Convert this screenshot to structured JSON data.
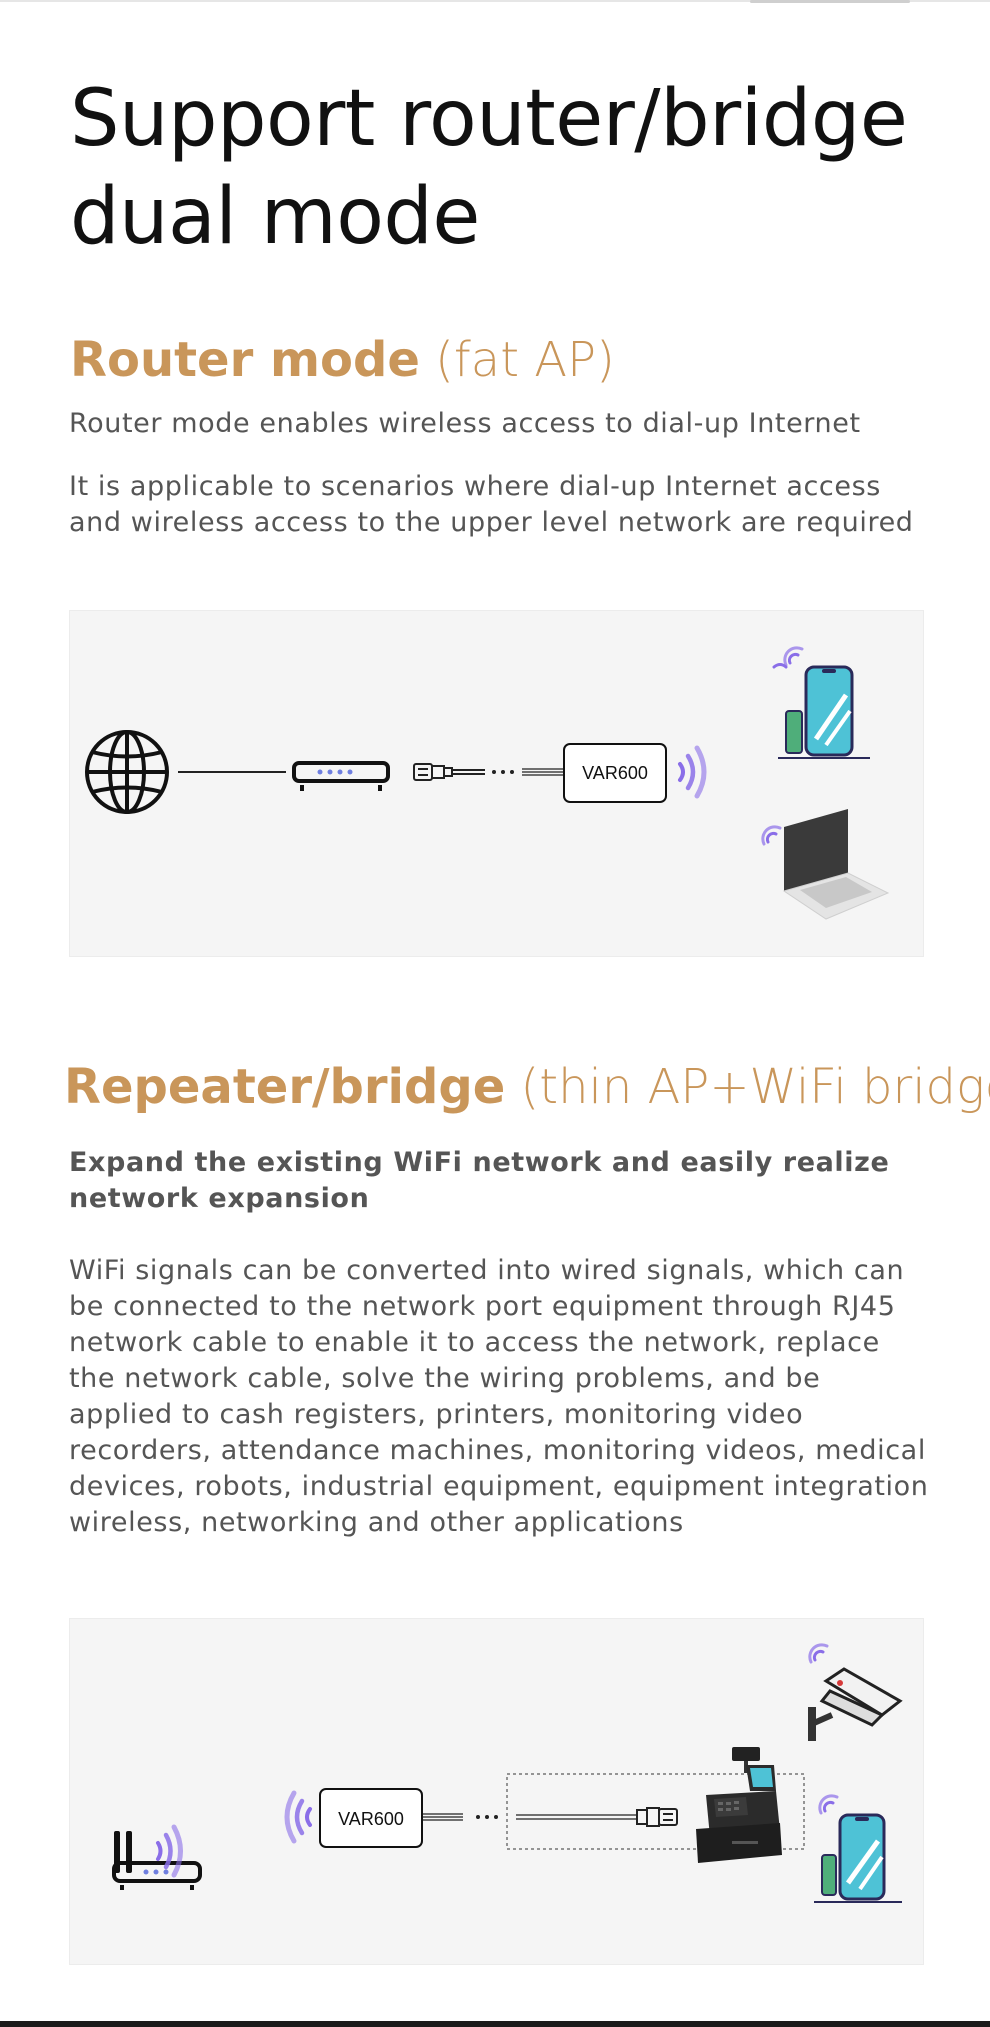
{
  "title": "Support router/bridge dual mode",
  "router": {
    "title_strong": "Router mode",
    "title_light": "(fat AP)",
    "subtitle": "Router mode enables wireless access to dial-up Internet",
    "description": "It is applicable to scenarios where dial-up Internet access and wireless access to the upper level network are required",
    "device_label": "VAR600"
  },
  "repeater": {
    "title_strong": "Repeater/bridge",
    "title_light": "(thin AP+WiFi bridge)",
    "subtitle": "Expand the existing WiFi network and easily realize network expansion",
    "description": "WiFi signals can be converted into wired signals, which can be connected to the network port equipment through RJ45 network cable to enable it to access the network, replace the network cable, solve the wiring problems, and be applied to cash registers, printers, monitoring video recorders, attendance machines, monitoring videos, medical devices, robots, industrial equipment, equipment integration wireless, networking and other applications",
    "device_label": "VAR600"
  },
  "icons": {
    "router_diagram": [
      "globe-icon",
      "modem-icon",
      "rj45-plug-icon",
      "var600-device",
      "wifi-waves-icon",
      "smartphone-icon",
      "laptop-icon"
    ],
    "bridge_diagram": [
      "wifi-router-icon",
      "var600-device",
      "rj45-plug-icon",
      "cash-register-icon",
      "security-camera-icon",
      "smartphone-icon"
    ]
  },
  "colors": {
    "heading": "#c9965a",
    "body_text": "#555555",
    "wifi_accent": "#8a6ee8",
    "phone_screen": "#4ec2d6",
    "panel_bg": "#f5f5f5"
  }
}
